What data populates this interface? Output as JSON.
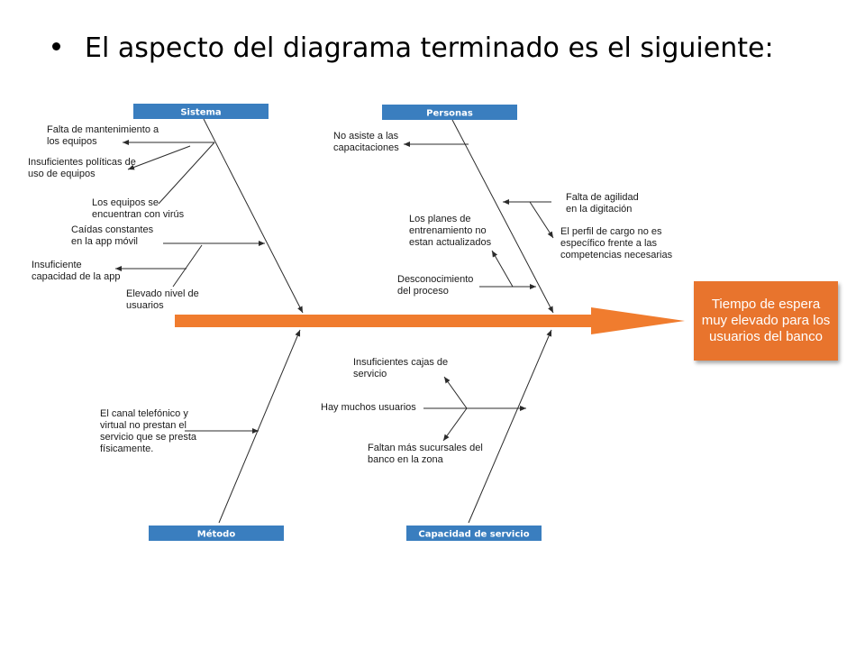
{
  "heading": {
    "bullet": "•",
    "text": "El aspecto del diagrama terminado es el siguiente:"
  },
  "effect": {
    "lines": [
      "Tiempo de espera",
      "muy elevado para los",
      "usuarios del banco"
    ]
  },
  "colors": {
    "category_fill": "#3a7ebf",
    "spine": "#f07c2e",
    "effect_fill": "#e8742d",
    "lines": "#2b2b2b"
  },
  "categories": {
    "sistema": "Sistema",
    "personas": "Personas",
    "metodo": "Método",
    "capacidad": "Capacidad de servicio"
  },
  "causes": {
    "sistema": [
      [
        "Falta de mantenimiento a",
        "los equipos"
      ],
      [
        "Insuficientes políticas de",
        "uso de equipos"
      ],
      [
        "Los equipos se",
        "encuentran con virús"
      ],
      [
        "Caídas constantes",
        "en la app móvil"
      ],
      [
        "Insuficiente",
        "capacidad de la app"
      ],
      [
        "Elevado nivel de",
        "usuarios"
      ]
    ],
    "personas": [
      [
        "No asiste a las",
        "capacitaciones"
      ],
      [
        "Falta de agilidad",
        "en la digitación"
      ],
      [
        "Los planes de",
        "entrenamiento no",
        "estan actualizados"
      ],
      [
        "El perfil de cargo no es",
        "específico frente a las",
        "competencias necesarias"
      ],
      [
        "Desconocimiento",
        "del proceso"
      ]
    ],
    "metodo": [
      [
        "El canal telefónico y",
        "virtual no prestan el",
        "servicio que se presta",
        "físicamente."
      ]
    ],
    "capacidad": [
      [
        "Insuficientes cajas de",
        "servicio"
      ],
      [
        "Hay muchos usuarios"
      ],
      [
        "Faltan más sucursales del",
        "banco en la zona"
      ]
    ]
  }
}
